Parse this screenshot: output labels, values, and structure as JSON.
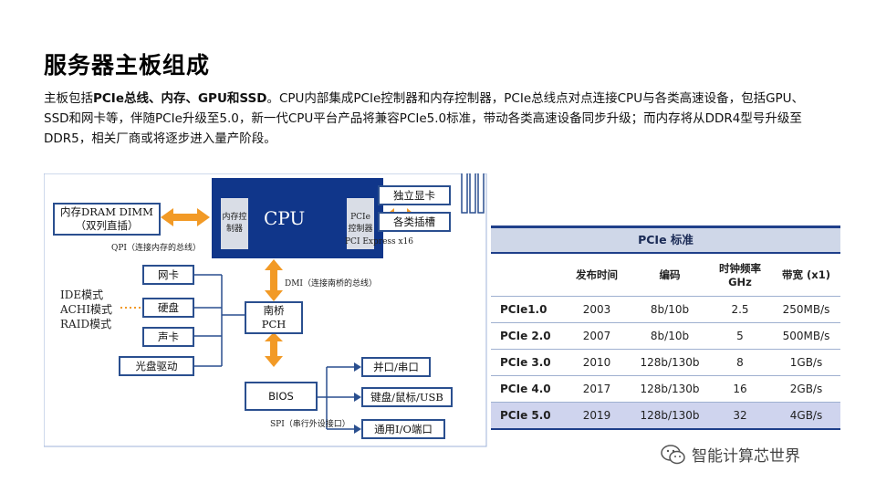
{
  "title": "服务器主板组成",
  "paragraph": {
    "part1": "主板包括",
    "bold": "PCIe总线、内存、GPU和SSD",
    "part2": "。CPU内部集成PCIe控制器和内存控制器，PCIe总线点对点连接CPU与各类高速设备，包括GPU、SSD和网卡等，伴随PCIe升级至5.0，新一代CPU平台产品将兼容PCIe5.0标准，带动各类高速设备同步升级；而内存将从DDR4型号升级至DDR5，相关厂商或将逐步进入量产阶段。"
  },
  "diagram": {
    "cpu": "CPU",
    "mem_ctrl": "内存控制器",
    "pcie_ctrl": "PCIe控制器",
    "dram": "内存DRAM DIMM（双列直插）",
    "qpi": "QPI（连接内存的总线）",
    "gpu": "独立显卡",
    "slots": "各类插槽",
    "pcie_x16": "PCI Express x16",
    "dmi": "DMI（连接南桥的总线）",
    "pch": "南桥 PCH",
    "nic": "网卡",
    "disk": "硬盘",
    "sound": "声卡",
    "optical": "光盘驱动",
    "modes": [
      "IDE模式",
      "ACHI模式",
      "RAID模式"
    ],
    "bios": "BIOS",
    "parallel": "并口/串口",
    "kbd": "键盘/鼠标/USB",
    "io": "通用I/O端口",
    "spi": "SPI（串行外设接口）"
  },
  "table": {
    "title": "PCIe 标准",
    "headers": [
      "",
      "发布时间",
      "编码",
      "时钟频率 GHz",
      "带宽 (x1)"
    ],
    "rows": [
      [
        "PCIe1.0",
        "2003",
        "8b/10b",
        "2.5",
        "250MB/s"
      ],
      [
        "PCIe 2.0",
        "2007",
        "8b/10b",
        "5",
        "500MB/s"
      ],
      [
        "PCIe 3.0",
        "2010",
        "128b/130b",
        "8",
        "1GB/s"
      ],
      [
        "PCIe 4.0",
        "2017",
        "128b/130b",
        "16",
        "2GB/s"
      ],
      [
        "PCIe 5.0",
        "2019",
        "128b/130b",
        "32",
        "4GB/s"
      ]
    ]
  },
  "footer": {
    "brand": "智能计算芯世界"
  },
  "colors": {
    "cpu_blue": "#10368a",
    "arrow_orange": "#f29a26",
    "border_blue": "#2a4f8f"
  }
}
